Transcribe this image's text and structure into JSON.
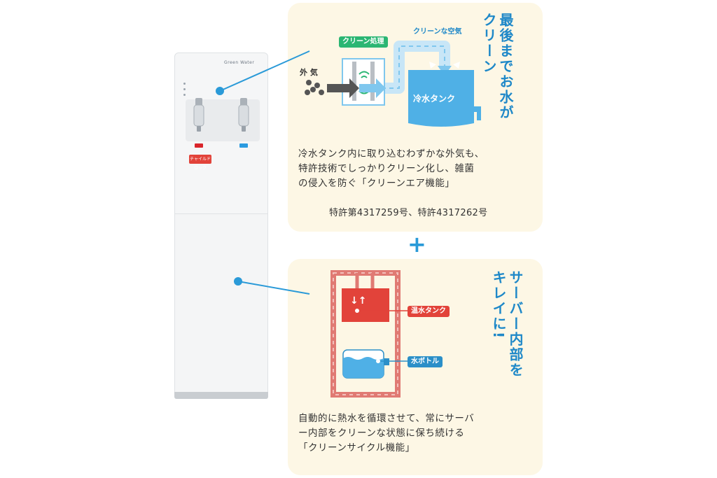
{
  "server": {
    "brand": "Green Water",
    "lock_badge": "チャイルドロック"
  },
  "top_panel": {
    "title": "最後までお水がクリーン",
    "diagram": {
      "outside_air": "外 気",
      "clean_process": "クリーン処理",
      "clean_air": "クリーンな空気",
      "cold_tank": "冷水タンク"
    },
    "description": [
      "冷水タンク内に取り込むわずかな外気も、",
      "特許技術でしっかりクリーン化し、雑菌",
      "の侵入を防ぐ「クリーンエア機能」"
    ],
    "patent": "特許第4317259号、特許4317262号"
  },
  "plus": "+",
  "bottom_panel": {
    "title": "サーバー内部をキレイに!",
    "diagram": {
      "hot_tank": "温水タンク",
      "water_bottle": "水ボトル"
    },
    "description": [
      "自動的に熱水を循環させて、常にサーバ",
      "ー内部をクリーンな状態に保ち続ける",
      "「クリーンサイクル機能」"
    ]
  },
  "colors": {
    "accent_blue": "#1e88c8",
    "panel_bg": "#fdf7e5",
    "hot_red": "#e2433a",
    "clean_green": "#2bb673",
    "pipe_red": "#e07a73"
  }
}
